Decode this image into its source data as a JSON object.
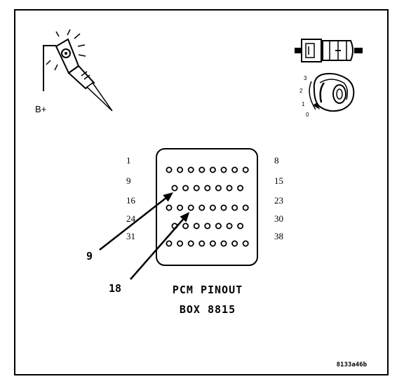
{
  "test_light": {
    "supply_label": "B+"
  },
  "ignition": {
    "positions": [
      "3",
      "2",
      "1",
      "0"
    ]
  },
  "connector": {
    "rows": [
      {
        "left_label": "1",
        "right_label": "8",
        "pins": 8
      },
      {
        "left_label": "9",
        "right_label": "15",
        "pins": 7
      },
      {
        "left_label": "16",
        "right_label": "23",
        "pins": 8
      },
      {
        "left_label": "24",
        "right_label": "30",
        "pins": 7
      },
      {
        "left_label": "31",
        "right_label": "38",
        "pins": 8
      }
    ]
  },
  "callouts": [
    {
      "label": "9",
      "target_pin": 9
    },
    {
      "label": "18",
      "target_pin": 18
    }
  ],
  "title": {
    "line1": "PCM PINOUT",
    "line2": "BOX 8815"
  },
  "figure_code": "8133a46b",
  "colors": {
    "ink": "#000000",
    "background": "#ffffff"
  }
}
